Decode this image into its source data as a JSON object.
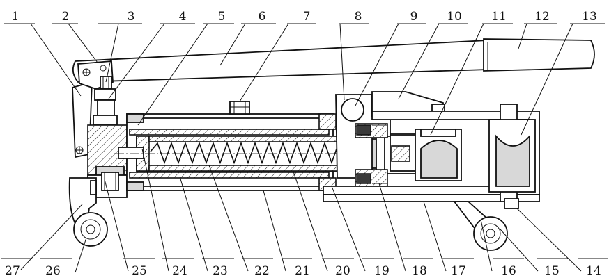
{
  "part_labels": [
    {
      "id": "1"
    },
    {
      "id": "2"
    },
    {
      "id": "3"
    },
    {
      "id": "4"
    },
    {
      "id": "5"
    },
    {
      "id": "6"
    },
    {
      "id": "7"
    },
    {
      "id": "8"
    },
    {
      "id": "9"
    },
    {
      "id": "10"
    },
    {
      "id": "11"
    },
    {
      "id": "12"
    },
    {
      "id": "13"
    },
    {
      "id": "14"
    },
    {
      "id": "15"
    },
    {
      "id": "16"
    },
    {
      "id": "17"
    },
    {
      "id": "18"
    },
    {
      "id": "19"
    },
    {
      "id": "20"
    },
    {
      "id": "21"
    },
    {
      "id": "22"
    },
    {
      "id": "23"
    },
    {
      "id": "24"
    },
    {
      "id": "25"
    },
    {
      "id": "26"
    },
    {
      "id": "27"
    }
  ],
  "colors": {
    "line": "#111111",
    "background": "#ffffff",
    "shade": "#d8d8d8"
  }
}
